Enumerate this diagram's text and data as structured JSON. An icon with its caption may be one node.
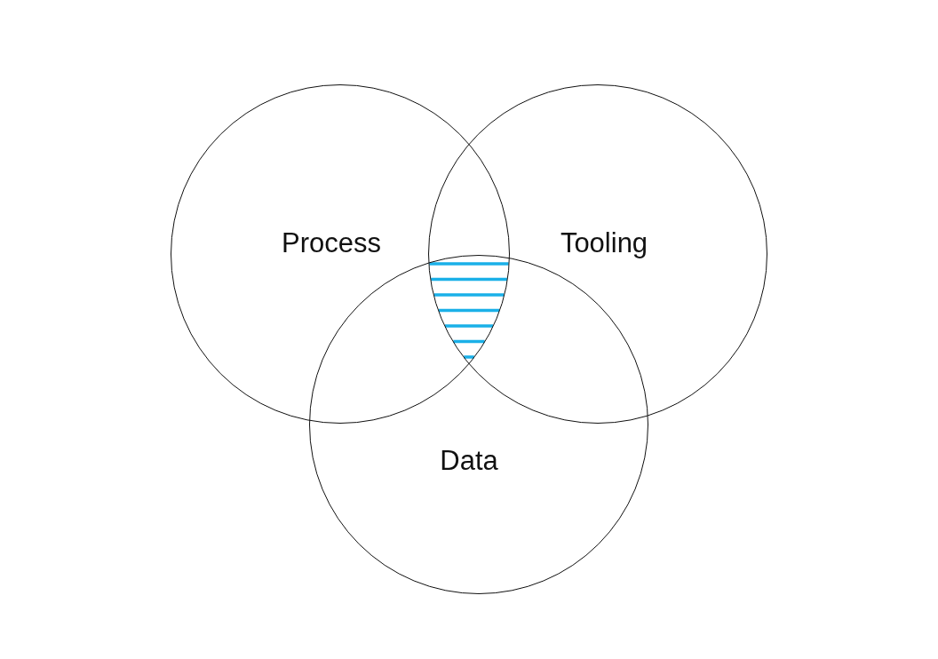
{
  "diagram": {
    "nodes": [
      {
        "text": [
          "Process"
        ]
      },
      {
        "text": [
          "Tooling"
        ]
      },
      {
        "text": [
          "Data"
        ]
      }
    ]
  }
}
